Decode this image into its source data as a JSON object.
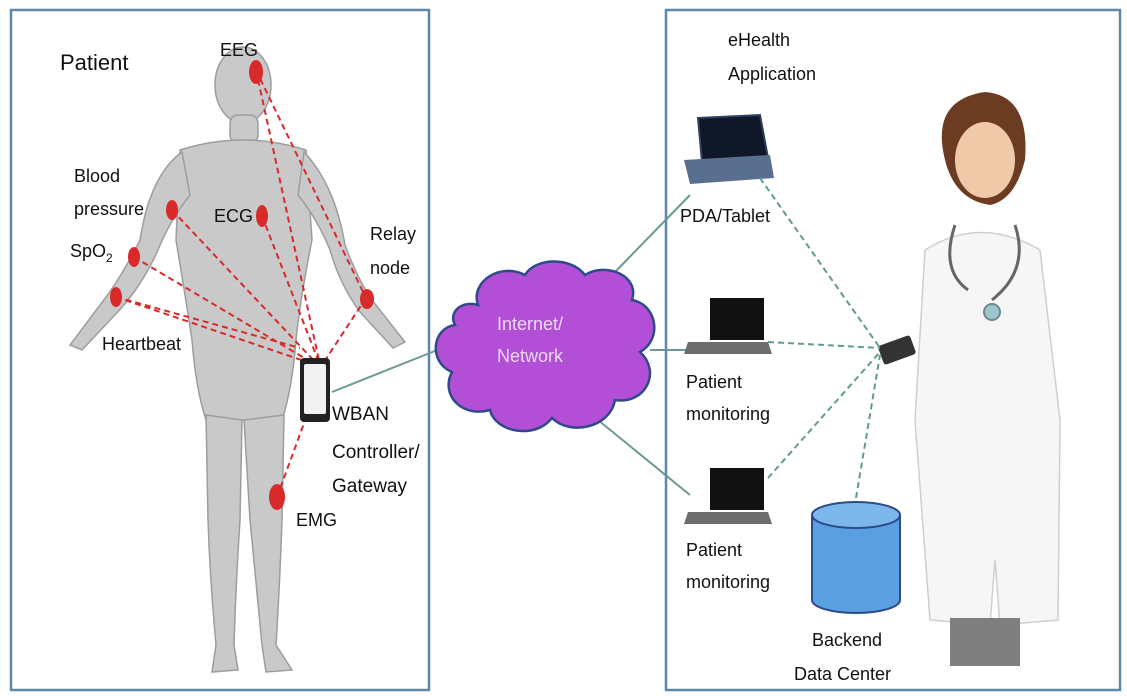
{
  "left_panel": {
    "title": "Patient",
    "sensors": {
      "eeg": "EEG",
      "blood_pressure_line1": "Blood",
      "blood_pressure_line2": "pressure",
      "spo2": "SpO",
      "spo2_sub": "2",
      "ecg": "ECG",
      "heartbeat": "Heartbeat",
      "relay_line1": "Relay",
      "relay_line2": "node",
      "emg": "EMG"
    },
    "gateway_line1": "WBAN",
    "gateway_line2": "Controller/",
    "gateway_line3": "Gateway"
  },
  "cloud": {
    "line1": "Internet/",
    "line2": "Network"
  },
  "right_panel": {
    "title_line1": "eHealth",
    "title_line2": "Application",
    "pda_label": "PDA/Tablet",
    "monitor1_line1": "Patient",
    "monitor1_line2": "monitoring",
    "monitor2_line1": "Patient",
    "monitor2_line2": "monitoring",
    "backend_line1": "Backend",
    "backend_line2": "Data Center"
  },
  "colors": {
    "panel_border": "#5f88a8",
    "sensor": "#d82a2a",
    "cloud_fill": "#b24fd6",
    "cloud_stroke": "#2f4a8a",
    "connector": "#6a9a94",
    "database": "#5aa0e0"
  }
}
